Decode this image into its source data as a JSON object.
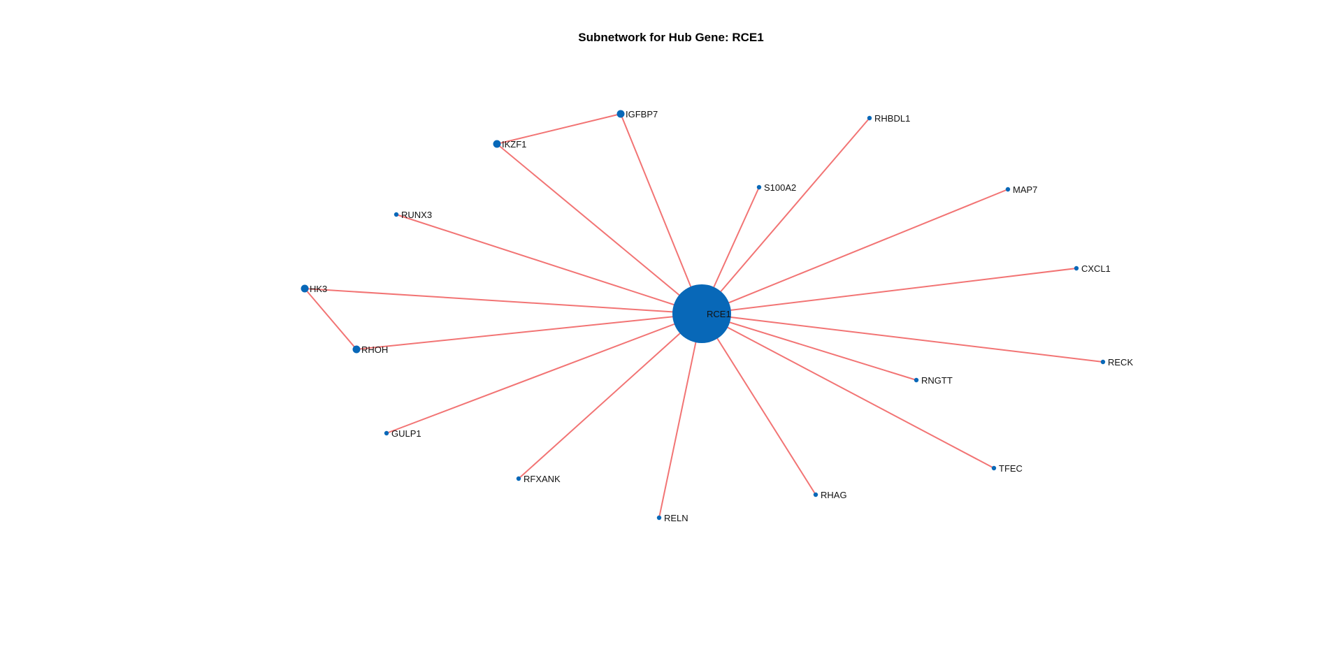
{
  "title": "Subnetwork for Hub Gene: RCE1",
  "colors": {
    "node": "#0868b8",
    "edge": "#f27474",
    "background": "#ffffff"
  },
  "hub": "RCE1",
  "nodes": [
    {
      "id": "RCE1",
      "size": "hub"
    },
    {
      "id": "IGFBP7",
      "size": "medium"
    },
    {
      "id": "IKZF1",
      "size": "medium"
    },
    {
      "id": "HK3",
      "size": "medium"
    },
    {
      "id": "RHOH",
      "size": "medium"
    },
    {
      "id": "RHBDL1",
      "size": "small"
    },
    {
      "id": "S100A2",
      "size": "small"
    },
    {
      "id": "MAP7",
      "size": "small"
    },
    {
      "id": "RUNX3",
      "size": "small"
    },
    {
      "id": "CXCL1",
      "size": "small"
    },
    {
      "id": "RECK",
      "size": "small"
    },
    {
      "id": "RNGTT",
      "size": "small"
    },
    {
      "id": "GULP1",
      "size": "small"
    },
    {
      "id": "TFEC",
      "size": "small"
    },
    {
      "id": "RFXANK",
      "size": "small"
    },
    {
      "id": "RHAG",
      "size": "small"
    },
    {
      "id": "RELN",
      "size": "small"
    }
  ],
  "edges": [
    [
      "RCE1",
      "IGFBP7"
    ],
    [
      "RCE1",
      "IKZF1"
    ],
    [
      "RCE1",
      "HK3"
    ],
    [
      "RCE1",
      "RHOH"
    ],
    [
      "RCE1",
      "RHBDL1"
    ],
    [
      "RCE1",
      "S100A2"
    ],
    [
      "RCE1",
      "MAP7"
    ],
    [
      "RCE1",
      "RUNX3"
    ],
    [
      "RCE1",
      "CXCL1"
    ],
    [
      "RCE1",
      "RECK"
    ],
    [
      "RCE1",
      "RNGTT"
    ],
    [
      "RCE1",
      "GULP1"
    ],
    [
      "RCE1",
      "TFEC"
    ],
    [
      "RCE1",
      "RFXANK"
    ],
    [
      "RCE1",
      "RHAG"
    ],
    [
      "RCE1",
      "RELN"
    ],
    [
      "IKZF1",
      "IGFBP7"
    ],
    [
      "HK3",
      "RHOH"
    ]
  ]
}
